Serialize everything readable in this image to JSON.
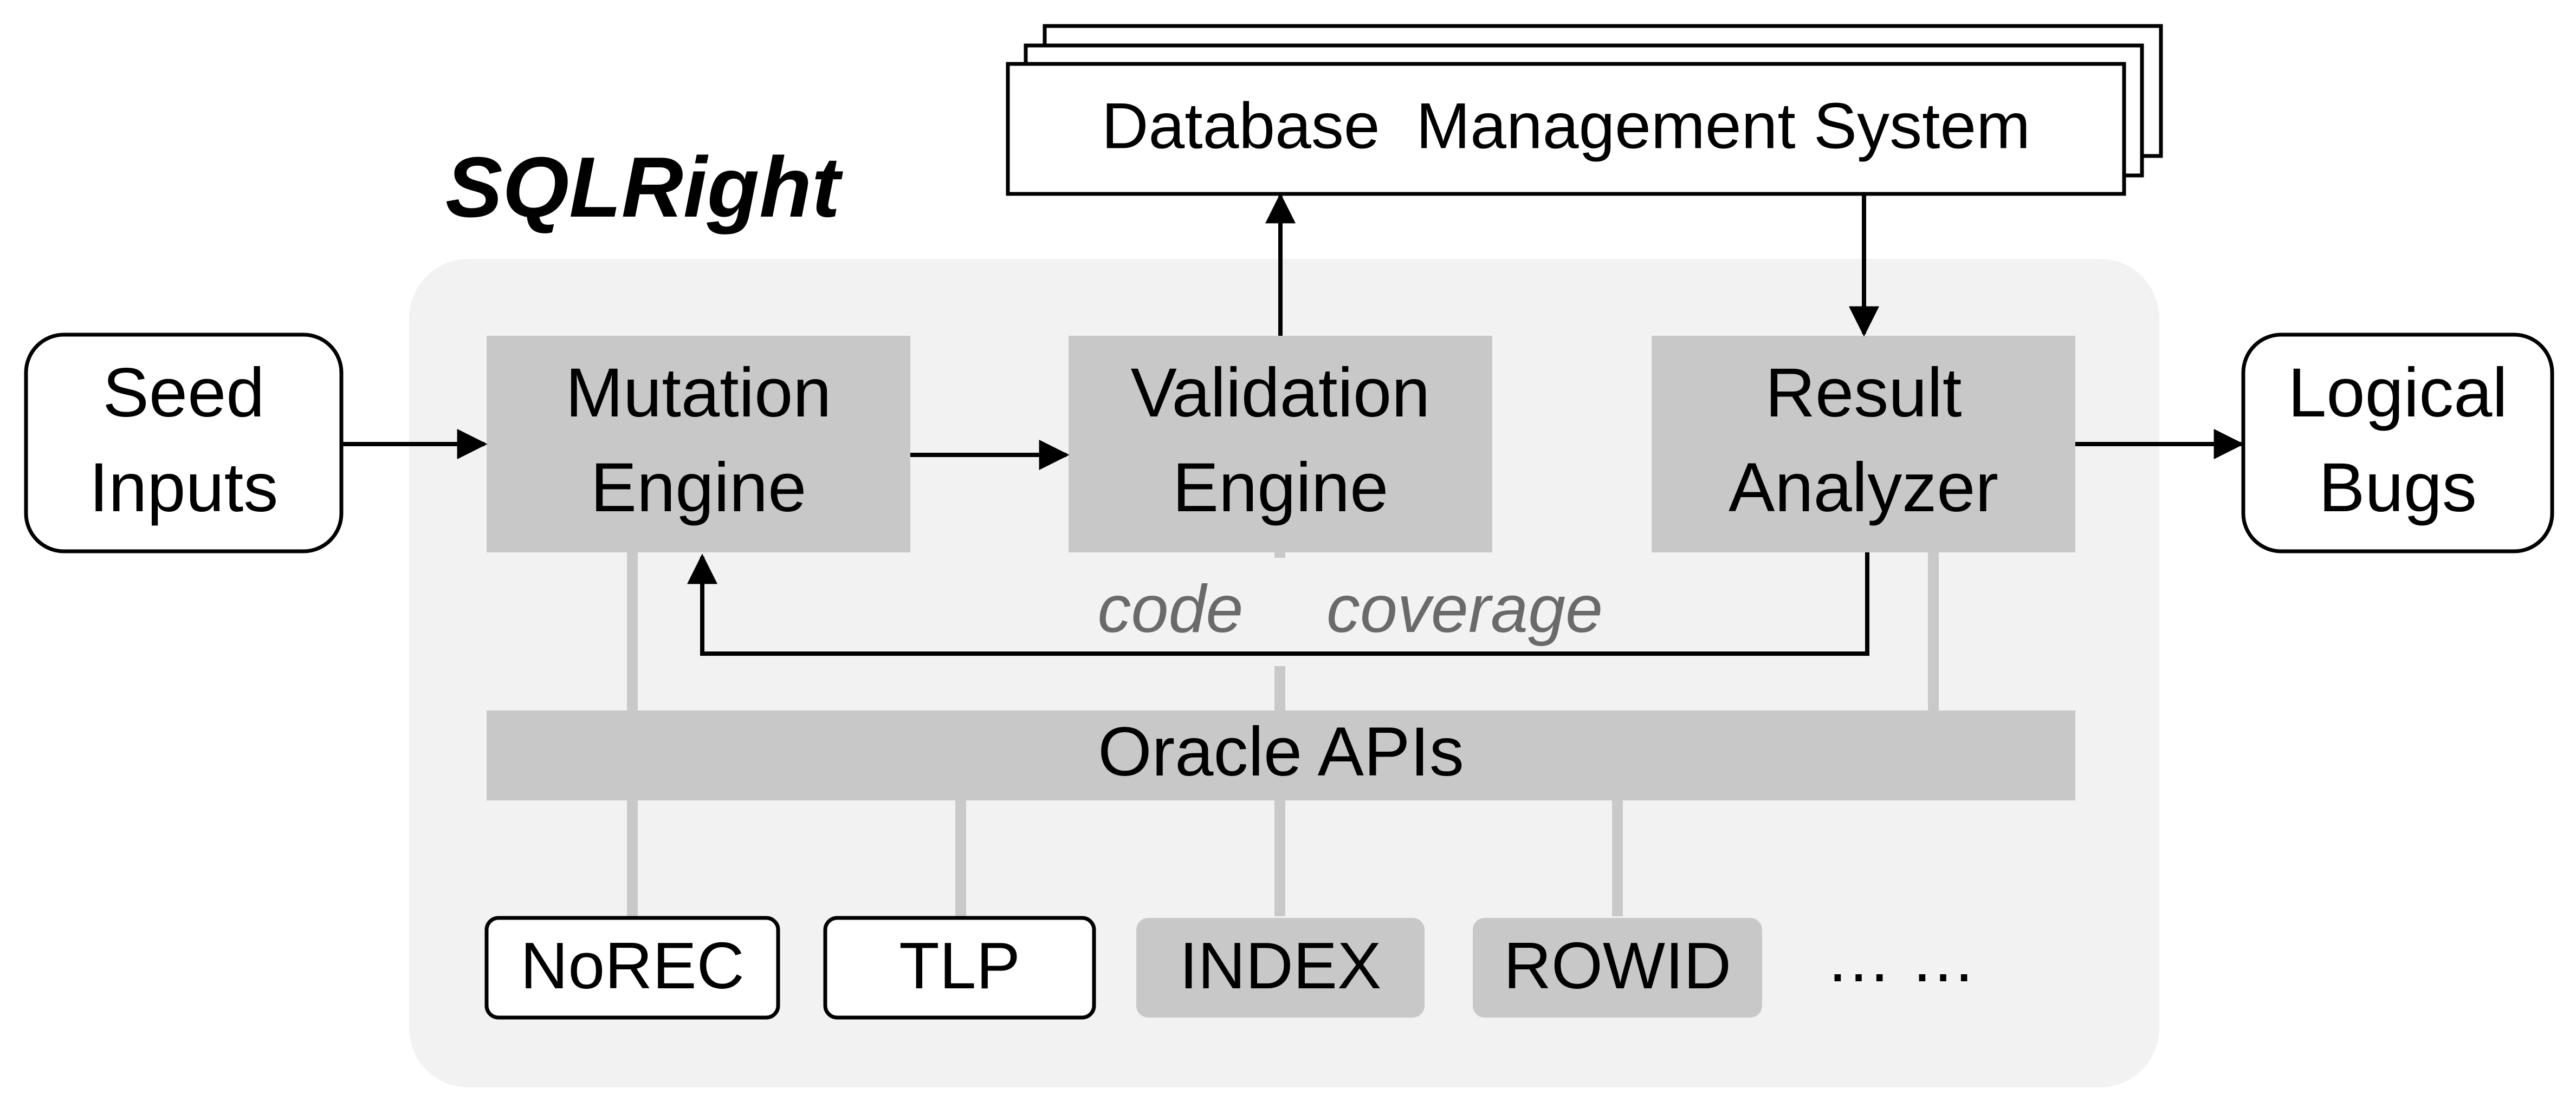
{
  "title": "SQLRight",
  "dbms": {
    "label": "Database  Management System"
  },
  "input": {
    "line1": "Seed",
    "line2": "Inputs"
  },
  "output": {
    "line1": "Logical",
    "line2": "Bugs"
  },
  "engines": {
    "mutation": {
      "line1": "Mutation",
      "line2": "Engine"
    },
    "validation": {
      "line1": "Validation",
      "line2": "Engine"
    },
    "analyzer": {
      "line1": "Result",
      "line2": "Analyzer"
    }
  },
  "feedback": {
    "word1": "code",
    "word2": "coverage"
  },
  "oracle_bar": {
    "label": "Oracle APIs"
  },
  "oracles": [
    {
      "label": "NoREC",
      "style": "outlined"
    },
    {
      "label": "TLP",
      "style": "outlined"
    },
    {
      "label": "INDEX",
      "style": "filled"
    },
    {
      "label": "ROWID",
      "style": "filled"
    }
  ],
  "oracles_more": "… …",
  "colors": {
    "background": "#ffffff",
    "panel": "#f2f2f2",
    "module_fill": "#c8c8c8",
    "connector": "#c9c9c9",
    "coverage_text": "#6a6a6a",
    "outline": "#000000"
  }
}
